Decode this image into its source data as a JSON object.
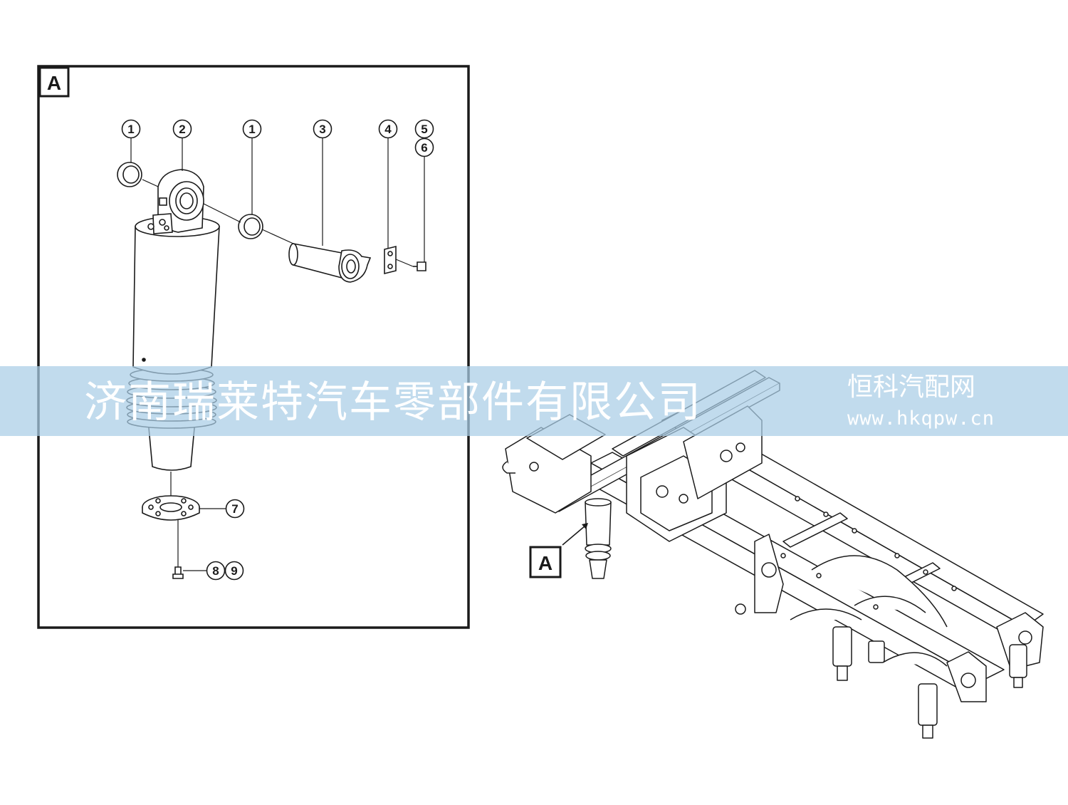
{
  "detail_view": {
    "label": "A",
    "callouts": {
      "c1a": "1",
      "c2": "2",
      "c1b": "1",
      "c3": "3",
      "c4": "4",
      "c5": "5",
      "c6": "6",
      "c7": "7",
      "c8": "8",
      "c9": "9"
    }
  },
  "overview": {
    "label": "A"
  },
  "watermark": {
    "company": "济南瑞莱特汽车零部件有限公司",
    "site_name": "恒科汽配网",
    "site_url": "www.hkqpw.cn",
    "band_color": "#a9cde6"
  },
  "colors": {
    "line": "#1a1a1a",
    "part_fill": "#ffffff"
  }
}
